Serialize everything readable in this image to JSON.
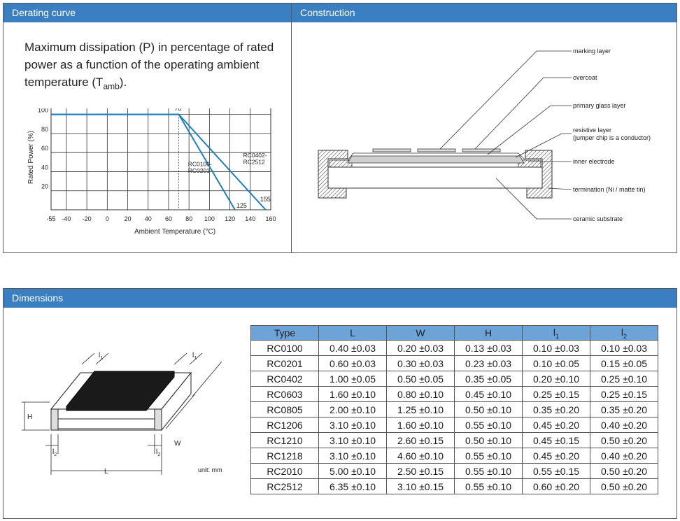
{
  "derating": {
    "header": "Derating curve",
    "desc_main": "Maximum dissipation (P) in percentage of rated power as a function of the operating ambient temperature (T",
    "desc_sub": "amb",
    "desc_end": ")."
  },
  "chart_data": {
    "type": "line",
    "xlabel": "Ambient Temperature (°C)",
    "ylabel": "Rated Power (%)",
    "xlim": [
      -55,
      160
    ],
    "ylim": [
      0,
      110
    ],
    "x_ticks": [
      "-55",
      "-40",
      "-20",
      "0",
      "20",
      "40",
      "60",
      "80",
      "100",
      "120",
      "140",
      "160"
    ],
    "y_ticks": [
      "20",
      "40",
      "60",
      "80",
      "100"
    ],
    "grid": true,
    "series": [
      {
        "name": "RC0100- RC0201",
        "x": [
          -55,
          70,
          125
        ],
        "y": [
          100,
          100,
          0
        ]
      },
      {
        "name": "RC0402- RC2512",
        "x": [
          -55,
          70,
          155
        ],
        "y": [
          100,
          100,
          0
        ]
      }
    ],
    "annotations": [
      "70",
      "125",
      "155"
    ],
    "colors": {
      "series": "#1f7fb8"
    }
  },
  "construction": {
    "header": "Construction",
    "labels": [
      "marking layer",
      "overcoat",
      "primary glass layer",
      "resistive layer",
      "(jumper chip is a conductor)",
      "inner electrode",
      "termination (Ni / matte tin)",
      "ceramic substrate"
    ]
  },
  "dimensions": {
    "header": "Dimensions",
    "drawing_labels": {
      "l1": "l",
      "l1_sub": "1",
      "l2": "l",
      "l2_sub": "2",
      "H": "H",
      "W": "W",
      "L": "L",
      "unit": "unit: mm"
    },
    "columns": [
      "Type",
      "L",
      "W",
      "H",
      "l",
      "l"
    ],
    "column_subs": [
      "",
      "",
      "",
      "",
      "1",
      "2"
    ],
    "rows": [
      [
        "RC0100",
        "0.40 ±0.03",
        "0.20 ±0.03",
        "0.13 ±0.03",
        "0.10 ±0.03",
        "0.10 ±0.03"
      ],
      [
        "RC0201",
        "0.60 ±0.03",
        "0.30 ±0.03",
        "0.23 ±0.03",
        "0.10 ±0.05",
        "0.15 ±0.05"
      ],
      [
        "RC0402",
        "1.00 ±0.05",
        "0.50 ±0.05",
        "0.35 ±0.05",
        "0.20 ±0.10",
        "0.25 ±0.10"
      ],
      [
        "RC0603",
        "1.60 ±0.10",
        "0.80 ±0.10",
        "0.45 ±0.10",
        "0.25 ±0.15",
        "0.25 ±0.15"
      ],
      [
        "RC0805",
        "2.00 ±0.10",
        "1.25 ±0.10",
        "0.50 ±0.10",
        "0.35 ±0.20",
        "0.35 ±0.20"
      ],
      [
        "RC1206",
        "3.10 ±0.10",
        "1.60 ±0.10",
        "0.55 ±0.10",
        "0.45 ±0.20",
        "0.40 ±0.20"
      ],
      [
        "RC1210",
        "3.10 ±0.10",
        "2.60 ±0.15",
        "0.50 ±0.10",
        "0.45 ±0.15",
        "0.50 ±0.20"
      ],
      [
        "RC1218",
        "3.10 ±0.10",
        "4.60 ±0.10",
        "0.55 ±0.10",
        "0.45 ±0.20",
        "0.40 ±0.20"
      ],
      [
        "RC2010",
        "5.00 ±0.10",
        "2.50 ±0.15",
        "0.55 ±0.10",
        "0.55 ±0.15",
        "0.50 ±0.20"
      ],
      [
        "RC2512",
        "6.35 ±0.10",
        "3.10 ±0.15",
        "0.55 ±0.10",
        "0.60 ±0.20",
        "0.50 ±0.20"
      ]
    ]
  }
}
